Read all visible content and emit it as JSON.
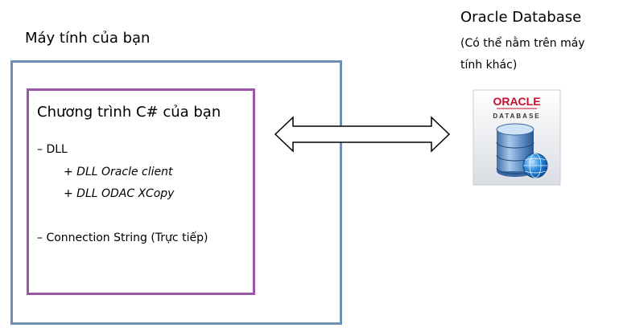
{
  "computer": {
    "label": "Máy tính của bạn"
  },
  "program": {
    "title": "Chương trình C# của bạn",
    "items": [
      "– DLL",
      "+ DLL Oracle client",
      "+ DLL ODAC XCopy",
      "– Connection String (Trực tiếp)"
    ]
  },
  "database": {
    "title": "Oracle Database",
    "note_line1": "(Có thể nằm trên máy",
    "note_line2": "tính khác)",
    "logo_brand": "ORACLE",
    "logo_sub": "DATABASE"
  },
  "colors": {
    "computer_border": "#6f8fb5",
    "program_border": "#9c55a8",
    "oracle_red": "#c8102e"
  }
}
